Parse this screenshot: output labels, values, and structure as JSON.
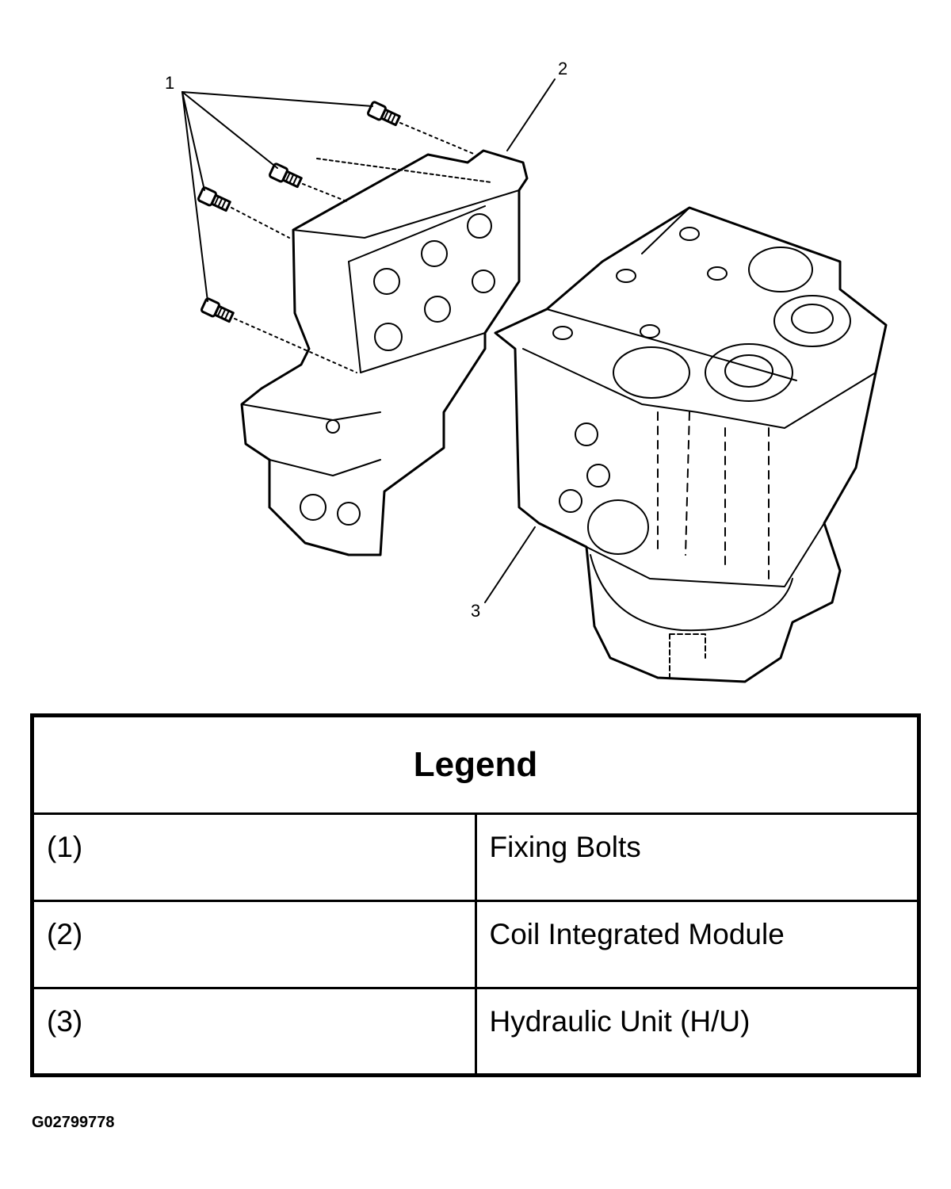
{
  "diagram": {
    "callouts": [
      "1",
      "2",
      "3"
    ]
  },
  "legend": {
    "title": "Legend",
    "rows": [
      {
        "num": "(1)",
        "label": "Fixing Bolts"
      },
      {
        "num": "(2)",
        "label": "Coil Integrated Module"
      },
      {
        "num": "(3)",
        "label": "Hydraulic Unit (H/U)"
      }
    ]
  },
  "figure_id": "G02799778"
}
